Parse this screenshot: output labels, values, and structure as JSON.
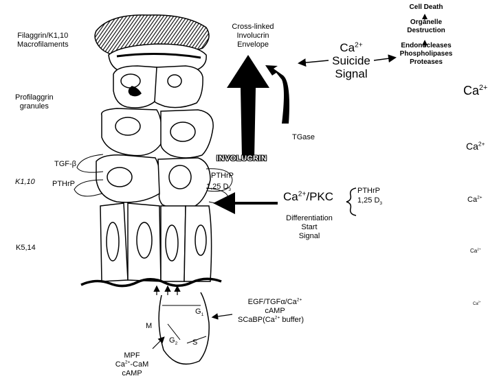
{
  "left_labels": {
    "filaggrin_line1": "Filaggrin/K1,10",
    "filaggrin_line2": "Macrofilaments",
    "profilaggrin_line1": "Profilaggrin",
    "profilaggrin_line2": "granules",
    "k1_10": "K1,10",
    "k5_14": "K5,14"
  },
  "cell_labels": {
    "tgf_beta": "TGF-β",
    "pthrp_left": "PTHrP",
    "pthrp_right": "PTHrP",
    "vitd_right": "1,25 D",
    "vitd_sub": "3",
    "involucrin": "INVOLUCRIN",
    "tgase": "TGase",
    "m": "M",
    "g1": "G",
    "g1_sub": "1",
    "s": "S",
    "g2": "G",
    "g2_sub": "2"
  },
  "top": {
    "envelope_line1": "Cross-linked",
    "envelope_line2": "Involucrin",
    "envelope_line3": "Envelope",
    "suicide_ca": "Ca",
    "suicide_ca_sup": "2+",
    "suicide_line2": "Suicide",
    "suicide_line3": "Signal",
    "cell_death": "Cell Death",
    "organelle": "Organelle",
    "destruction": "Destruction",
    "endonucleases": "Endonucleases",
    "phospholipases": "Phospholipases",
    "proteases": "Proteases"
  },
  "middle": {
    "pkc_ca": "Ca",
    "pkc_sup": "2+",
    "pkc_rest": "/PKC",
    "pthrp": "PTHrP",
    "vitd": "1,25 D",
    "vitd_sub": "3",
    "diff_line1": "Differentiation",
    "diff_line2": "Start",
    "diff_line3": "Signal"
  },
  "bottom": {
    "egf_line1": "EGF/TGFα/Ca",
    "egf_sup": "2+",
    "egf_line2": "cAMP",
    "scabp": "SCaBP(Ca",
    "scabp_sup": "2+",
    "scabp_end": " buffer)",
    "mpf": "MPF",
    "cacam_ca": "Ca",
    "cacam_sup": "2+",
    "cacam_rest": "-CaM",
    "camp": "cAMP"
  },
  "gradient": [
    {
      "text": "Ca",
      "sup": "2+"
    },
    {
      "text": "Ca",
      "sup": "2+"
    },
    {
      "text": "Ca",
      "sup": "2+"
    },
    {
      "text": "Ca",
      "sup": "2+"
    },
    {
      "text": "Ca",
      "sup": "2+"
    }
  ]
}
